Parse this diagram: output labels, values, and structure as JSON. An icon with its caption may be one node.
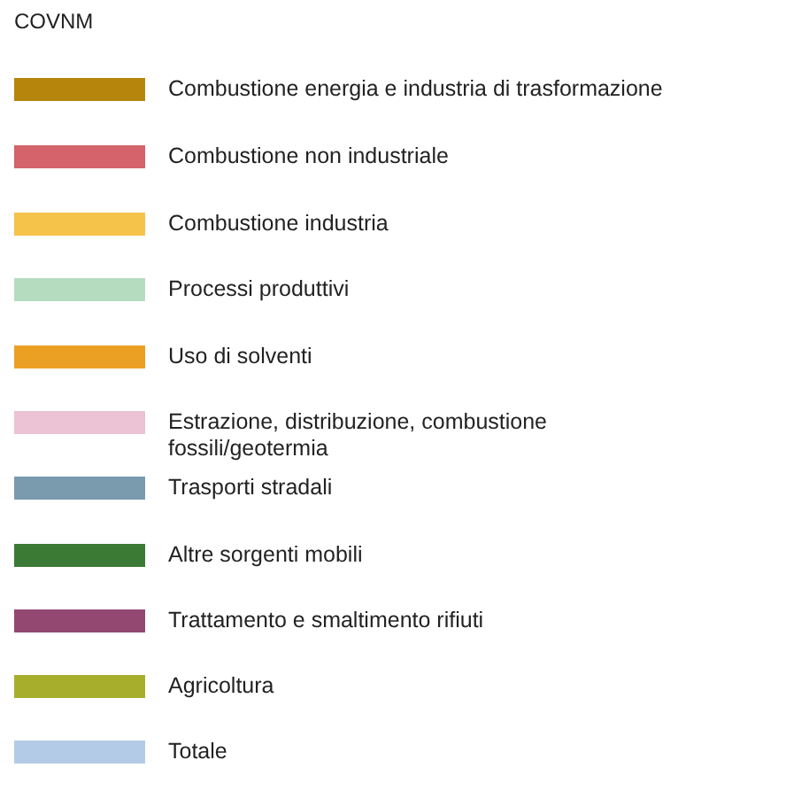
{
  "diagram": {
    "title": "COVNM",
    "legend": [
      {
        "text": "Combustione energia e industria di trasformazione",
        "color": "#b5860b"
      },
      {
        "text": "Combustione non industriale",
        "color": "#d4636b"
      },
      {
        "text": "Combustione industria",
        "color": "#f5c24a"
      },
      {
        "text": "Processi produttivi",
        "color": "#b6dcc0"
      },
      {
        "text": "Uso di solventi",
        "color": "#eba024"
      },
      {
        "text": "Estrazione, distribuzione, combustione fossili/geotermia",
        "color": "#ecc2d5"
      },
      {
        "text": "Trasporti stradali",
        "color": "#7a9aae"
      },
      {
        "text": "Altre sorgenti mobili",
        "color": "#3a7a35"
      },
      {
        "text": "Trattamento e smaltimento rifiuti",
        "color": "#934872"
      },
      {
        "text": "Agricoltura",
        "color": "#a7ae2c"
      },
      {
        "text": "Totale",
        "color": "#b3cbe6"
      }
    ]
  }
}
